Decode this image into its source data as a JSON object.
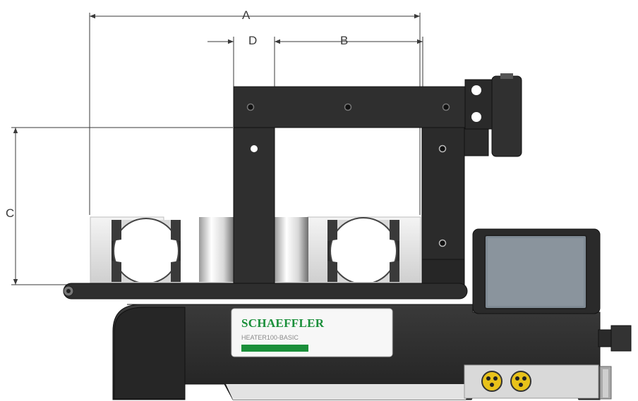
{
  "dimensions": {
    "a": "A",
    "b": "B",
    "c": "C",
    "d": "D"
  },
  "device": {
    "brand": "SCHAEFFLER",
    "model": "HEATER100-BASIC"
  },
  "colors": {
    "body": "#2b2b2b",
    "body_dark": "#1c1c1c",
    "brand_green": "#1a8f3a",
    "display": "#7f8a94",
    "connector": "#e8c21a",
    "dimension_line": "#3a3a3a"
  },
  "icons": [
    "connector-socket-icon",
    "connector-socket-icon"
  ]
}
